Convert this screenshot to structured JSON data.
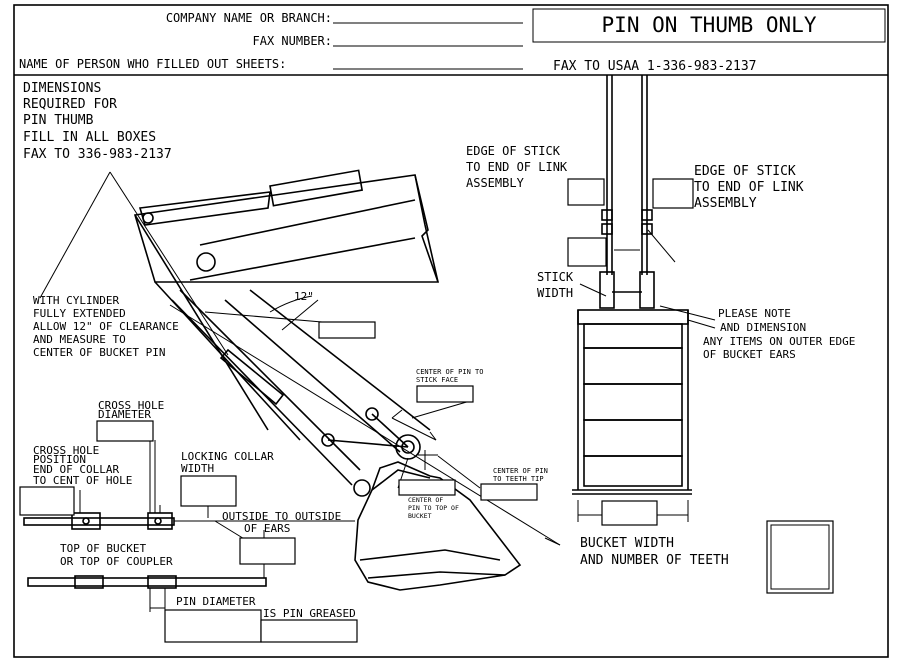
{
  "header": {
    "company_label": "COMPANY NAME OR BRANCH:",
    "fax_label": "FAX NUMBER:",
    "person_label": "NAME OF PERSON WHO FILLED OUT SHEETS:",
    "title": "PIN ON THUMB ONLY",
    "fax_to": "FAX TO USAA  1-336-983-2137"
  },
  "intro": [
    "DIMENSIONS",
    "REQUIRED FOR",
    "PIN THUMB",
    "FILL IN ALL BOXES",
    "FAX TO 336-983-2137"
  ],
  "labels": {
    "edge_stick_left": [
      "EDGE OF STICK",
      "TO END OF LINK",
      "ASSEMBLY"
    ],
    "edge_stick_right": [
      "EDGE OF STICK",
      "TO END OF LINK",
      "ASSEMBLY"
    ],
    "stick_width": [
      "STICK",
      "WIDTH"
    ],
    "please_note": [
      "PLEASE NOTE",
      "AND DIMENSION",
      "ANY ITEMS ON OUTER EDGE",
      "OF BUCKET EARS"
    ],
    "cylinder": [
      "WITH CYLINDER",
      "FULLY EXTENDED",
      "ALLOW 12\" OF CLEARANCE",
      "AND MEASURE TO",
      "CENTER OF BUCKET PIN"
    ],
    "angle": "12\"",
    "center_pin_stick": [
      "CENTER OF PIN TO",
      "STICK FACE"
    ],
    "center_pin_teeth": [
      "CENTER OF PIN",
      "TO TEETH TIP"
    ],
    "center_pin_bucket": [
      "CENTER OF",
      "PIN TO TOP OF",
      "BUCKET"
    ],
    "cross_hole_diameter": [
      "CROSS HOLE",
      "DIAMETER"
    ],
    "cross_hole_position": [
      "CROSS HOLE",
      "POSITION",
      "END OF COLLAR",
      "TO CENT OF HOLE"
    ],
    "locking_collar": [
      "LOCKING COLLAR",
      "WIDTH"
    ],
    "outside_ears": [
      "OUTSIDE TO OUTSIDE",
      "OF EARS"
    ],
    "top_bucket": [
      "TOP OF BUCKET",
      "OR TOP OF COUPLER"
    ],
    "pin_diameter": "PIN DIAMETER",
    "pin_greased": "IS PIN GREASED",
    "bucket_width": [
      "BUCKET WIDTH",
      "AND NUMBER OF TEETH"
    ]
  }
}
